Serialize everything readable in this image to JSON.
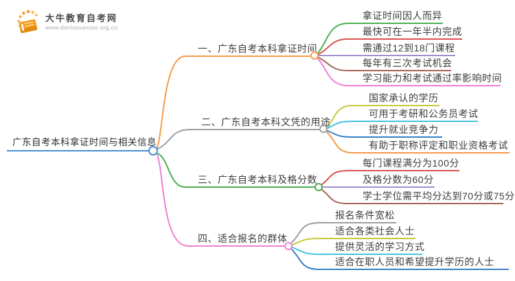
{
  "logo": {
    "title": "大牛教育自考网",
    "url": "www.daniuxuexiao.org.cn"
  },
  "root": {
    "label": "广东自考本科拿证时间与相关信息",
    "color": "#4A8FD9"
  },
  "topics": [
    {
      "label": "一、广东自考本科拿证时间",
      "color": "#F59B49",
      "children": [
        {
          "label": "拿证时间因人而异",
          "color": "#4CAF50"
        },
        {
          "label": "最快可在一年半内完成",
          "color": "#DC5050"
        },
        {
          "label": "需通过12到18门课程",
          "color": "#A58FD3"
        },
        {
          "label": "每年有三次考试机会",
          "color": "#A56459"
        },
        {
          "label": "学习能力和考试通过率影响时间",
          "color": "#F07FD6"
        }
      ]
    },
    {
      "label": "二、广东自考本科文凭的用途",
      "color": "#9E9E9E",
      "children": [
        {
          "label": "国家承认的学历",
          "color": "#C7C93C"
        },
        {
          "label": "可用于考研和公务员考试",
          "color": "#43C3E3"
        },
        {
          "label": "提升就业竞争力",
          "color": "#3580C4"
        },
        {
          "label": "有助于职称评定和职业资格考试",
          "color": "#F59B49"
        }
      ]
    },
    {
      "label": "三、广东自考本科及格分数",
      "color": "#4CAF50",
      "children": [
        {
          "label": "每门课程满分为100分",
          "color": "#DC5050"
        },
        {
          "label": "及格分数为60分",
          "color": "#A58FD3"
        },
        {
          "label": "学士学位需平均分达到70分或75分",
          "color": "#A56459"
        }
      ]
    },
    {
      "label": "四、适合报名的群体",
      "color": "#F07FD6",
      "children": [
        {
          "label": "报名条件宽松",
          "color": "#9E9E9E"
        },
        {
          "label": "适合各类社会人士",
          "color": "#C7C93C"
        },
        {
          "label": "提供灵活的学习方式",
          "color": "#43C3E3"
        },
        {
          "label": "适合在职人员和希望提升学历的人士",
          "color": "#3580C4"
        }
      ]
    }
  ],
  "colors": {
    "root_blue": "#4A8FD9",
    "orange": "#F59B49",
    "gray": "#9E9E9E",
    "green": "#4CAF50",
    "pink": "#F07FD6",
    "red": "#DC5050",
    "purple": "#A58FD3",
    "brown": "#A56459",
    "olive": "#C7C93C",
    "cyan": "#43C3E3",
    "blue": "#3580C4",
    "logo_orange": "#F5A020"
  }
}
